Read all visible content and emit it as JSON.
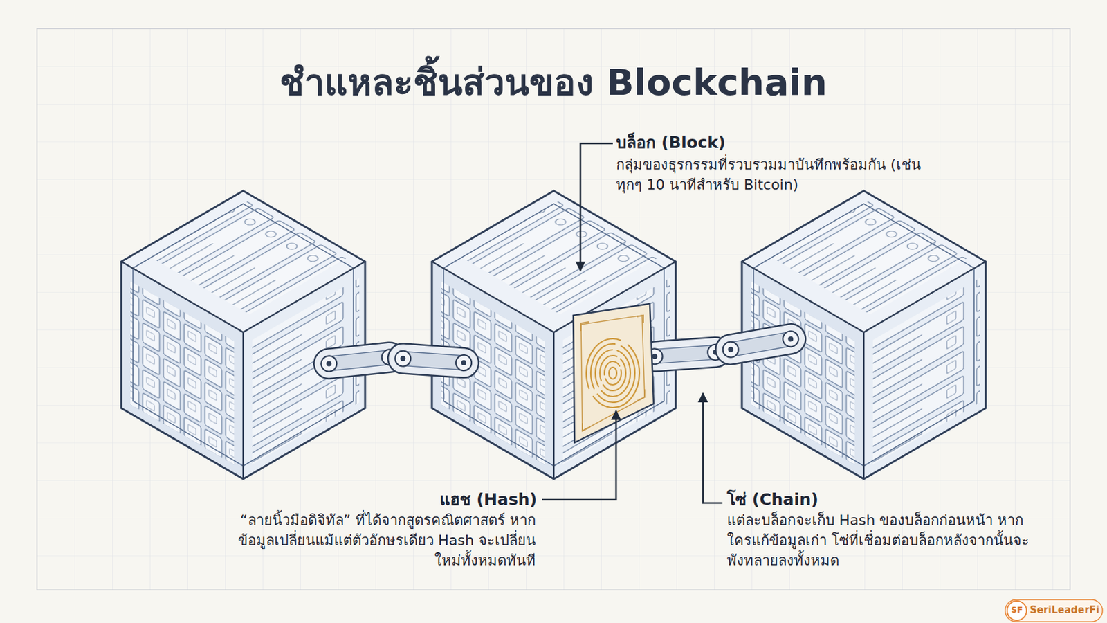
{
  "diagram": {
    "title": "ชำแหละชิ้นส่วนของ Blockchain",
    "labels": [
      "บล็อก (Block)",
      "กลุ่มของธุรกรรมที่รวบรวมมาบันทึกพร้อมกัน (เช่น ทุกๆ 10 นาทีสำหรับ Bitcoin)",
      "แฮช (Hash)",
      "“ลายนิ้วมือดิจิทัล” ที่ได้จากสูตรคณิตศาสตร์ หากข้อมูลเปลี่ยนแม้แต่ตัวอักษรเดียว Hash จะเปลี่ยนใหม่ทั้งหมดทันที",
      "โซ่ (Chain)",
      "แต่ละบล็อกจะเก็บ Hash ของบล็อกก่อนหน้า หากใครแก้ข้อมูลเก่า โซ่ที่เชื่อมต่อบล็อกหลังจากนั้นจะพังทลายลงทั้งหมด",
      "SF",
      "SeriLeaderFi"
    ]
  }
}
